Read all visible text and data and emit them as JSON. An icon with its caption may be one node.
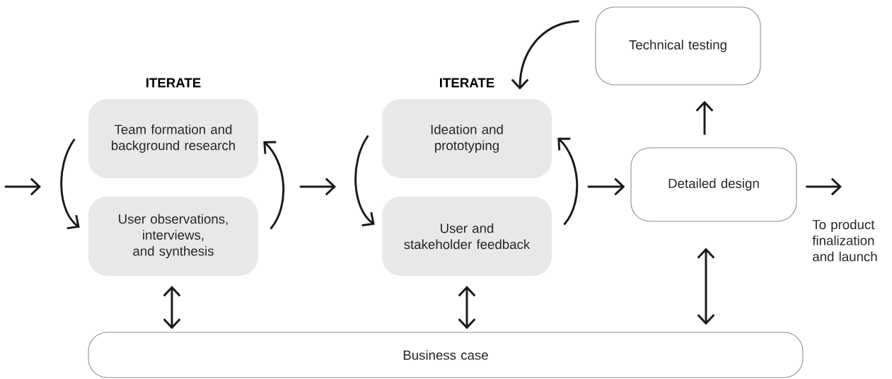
{
  "diagram": {
    "nodes": [
      {
        "text": [
          "Team formation and background research"
        ]
      },
      {
        "text": [
          "User observations, interviews, and synthesis"
        ]
      },
      {
        "text": [
          "Ideation and prototyping"
        ]
      },
      {
        "text": [
          "User and stakeholder feedback"
        ]
      },
      {
        "text": [
          "Detailed design"
        ]
      },
      {
        "text": [
          "Technical testing"
        ]
      },
      {
        "text": [
          "Business case"
        ]
      }
    ],
    "edges": [
      {
        "from": 0,
        "to": 1,
        "arrow": "to"
      },
      {
        "from": 1,
        "to": 0,
        "arrow": "to"
      },
      {
        "from": 2,
        "to": 3,
        "arrow": "to"
      },
      {
        "from": 3,
        "to": 2,
        "arrow": "to"
      },
      {
        "from": null,
        "to": 4,
        "arrow": "to"
      },
      {
        "from": 4,
        "to": 5,
        "arrow": "to"
      },
      {
        "from": 5,
        "to": 2,
        "arrow": "to"
      },
      {
        "from": 1,
        "to": 6,
        "arrow": "both"
      },
      {
        "from": 3,
        "to": 6,
        "arrow": "both"
      },
      {
        "from": 4,
        "to": 6,
        "arrow": "both"
      },
      {
        "from": 4,
        "to": null,
        "arrow": "to"
      }
    ],
    "labels": [
      "ITERATE",
      "ITERATE",
      "To product finalization and launch"
    ]
  }
}
